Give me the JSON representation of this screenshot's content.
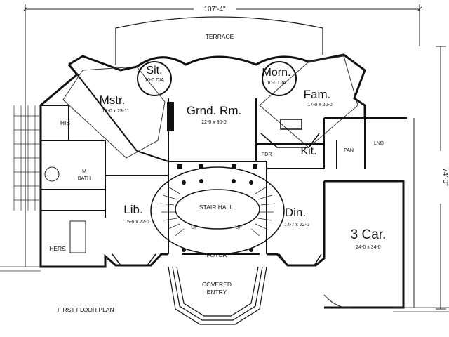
{
  "plan": {
    "title": "FIRST FLOOR PLAN",
    "width": "107'-4\"",
    "depth": "74'-0\"",
    "rooms": {
      "terrace": {
        "name": "TERRACE"
      },
      "sitting": {
        "name": "Sit.",
        "size": "10-0 DIA"
      },
      "master": {
        "name": "Mstr.",
        "size": "17-0 x 29-11"
      },
      "grand_room": {
        "name": "Grnd. Rm.",
        "size": "22-0 x 30-0"
      },
      "morning": {
        "name": "Morn.",
        "size": "10-0 DIA"
      },
      "family": {
        "name": "Fam.",
        "size": "17-0 x 20-0"
      },
      "his": {
        "name": "HIS"
      },
      "m_bath": {
        "line1": "M",
        "line2": "BATH"
      },
      "kitchen": {
        "name": "Kit."
      },
      "powder": {
        "name": "PDR"
      },
      "pantry": {
        "name": "PAN"
      },
      "laundry": {
        "name": "LND"
      },
      "library": {
        "name": "Lib.",
        "size": "15-6 x 22-0"
      },
      "stair_hall": {
        "name": "STAIR HALL"
      },
      "dining": {
        "name": "Din.",
        "size": "14-7 x 22-0"
      },
      "garage": {
        "name": "3 Car.",
        "size": "24-0 x 34-0"
      },
      "hers": {
        "name": "HERS"
      },
      "foyer": {
        "name": "FOYER"
      },
      "covered_entry": {
        "line1": "COVERED",
        "line2": "ENTRY"
      }
    },
    "stair_up_label": "UP"
  }
}
